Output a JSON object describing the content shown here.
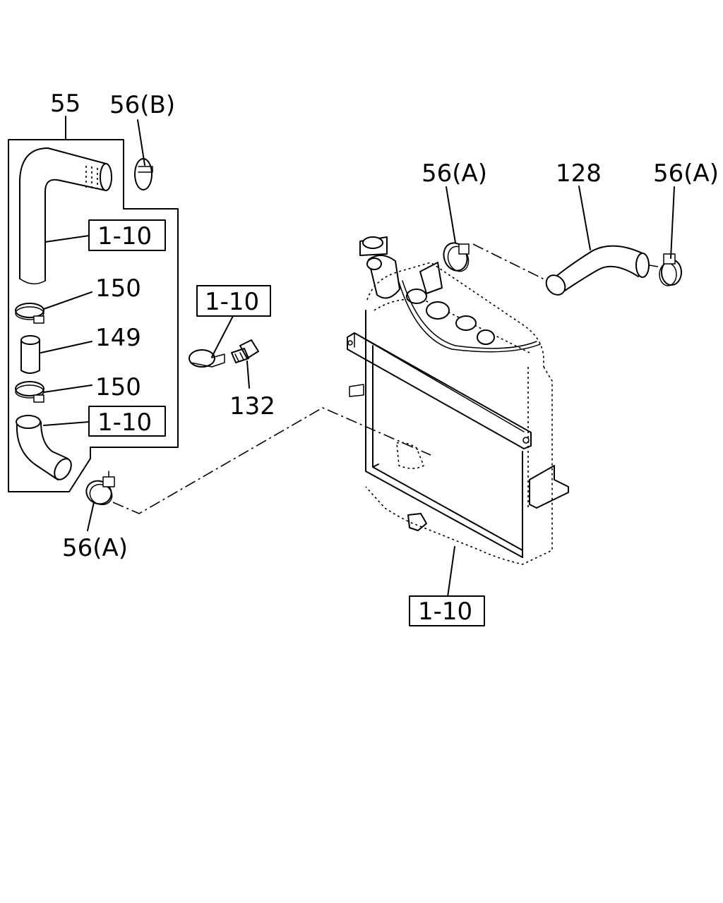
{
  "labels": {
    "part_55": "55",
    "part_56b": "56(B)",
    "ref_top_left": "1-10",
    "part_150_top": "150",
    "part_149": "149",
    "part_150_bottom": "150",
    "ref_bottom_left": "1-10",
    "ref_mid": "1-10",
    "part_132": "132",
    "part_56a_bottom": "56(A)",
    "part_56a_top_left": "56(A)",
    "part_128": "128",
    "part_56a_top_right": "56(A)",
    "ref_radiator": "1-10"
  }
}
